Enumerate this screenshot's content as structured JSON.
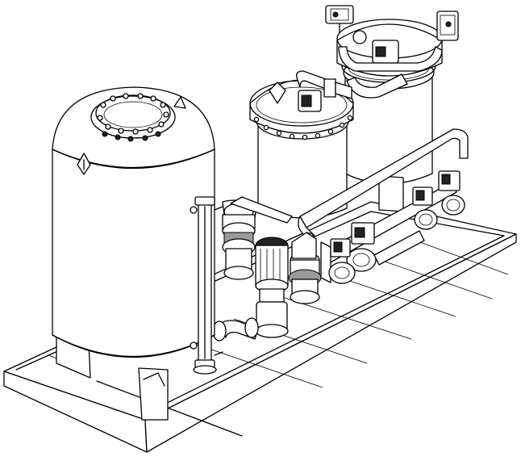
{
  "drawing": {
    "colors": {
      "line": "#000000",
      "background": "#ffffff",
      "dark_part": "#222222",
      "grey_part": "#9a9a9a"
    },
    "icons": [
      "skid-frame",
      "hydropneumatic-tank",
      "level-gauge",
      "filter-vessel",
      "pump-motor",
      "actuator",
      "valve",
      "pipe-manifold"
    ]
  }
}
